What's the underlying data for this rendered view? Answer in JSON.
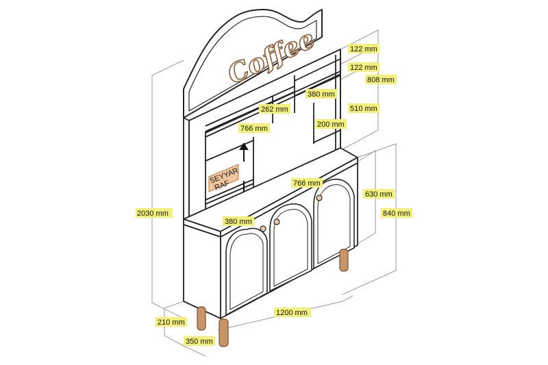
{
  "logo": {
    "text": "Coffee"
  },
  "sticker": {
    "line1": "SEYYAR",
    "line2": "RAF"
  },
  "colors": {
    "label_bg": "#f2f07a",
    "logo_brown": "#8b5a33",
    "leg_wood": "#c8956b",
    "sticker_bg": "#f0c79c",
    "line": "#222222",
    "guide": "#999999"
  },
  "dimensions": {
    "top_shelf_1": "122 mm",
    "top_shelf_2": "122 mm",
    "upper_total": "808 mm",
    "upper_open": "510 mm",
    "inner_width_380_top": "380 mm",
    "inner_width_262": "262 mm",
    "shelf_height_200": "200 mm",
    "upper_width_766": "766 mm",
    "counter_width_766": "766 mm",
    "lower_height_630": "630 mm",
    "lower_total_840": "840 mm",
    "total_height": "2030 mm",
    "inner_width_380_bottom": "380 mm",
    "total_width": "1200 mm",
    "leg_height": "210 mm",
    "depth": "350 mm"
  }
}
